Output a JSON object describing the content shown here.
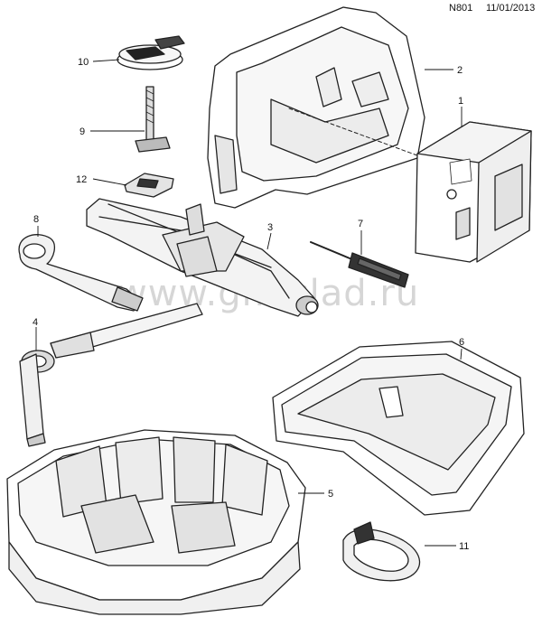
{
  "header": {
    "code": "N801",
    "date": "11/01/2013"
  },
  "watermark": "www.gmlclad.ru",
  "callouts": [
    "1",
    "2",
    "3",
    "4",
    "5",
    "6",
    "7",
    "8",
    "9",
    "10",
    "11",
    "12"
  ],
  "parts": {
    "1": "cover-box",
    "2": "jack-storage-tray",
    "3": "scissor-jack",
    "4": "wheel-brace",
    "5": "spare-wheel-tool-tray",
    "6": "storage-tray-insert",
    "7": "screwdriver",
    "8": "towing-eye",
    "9": "retaining-bolt",
    "10": "wing-nut",
    "11": "strap",
    "12": "bracket-clip"
  }
}
